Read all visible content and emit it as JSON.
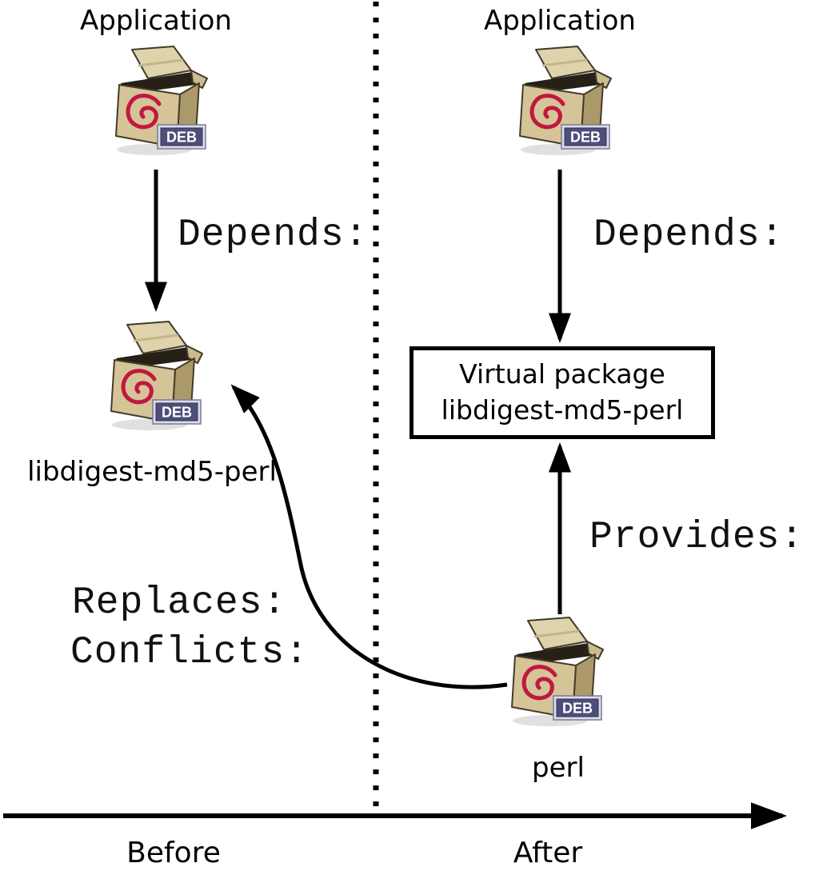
{
  "colors": {
    "debian_red": "#c01840",
    "box_tan": "#d5c498",
    "box_side": "#ab996a",
    "flap_tan": "#dfd3ac",
    "badge_blue": "#4e4e7a",
    "arrow_black": "#000000"
  },
  "icons": {
    "deb_badge_label": "DEB"
  },
  "before_panel": {
    "application_label": "Application",
    "depends_label": "Depends:",
    "package_name": "libdigest-md5-perl",
    "replaces_label": "Replaces:",
    "conflicts_label": "Conflicts:",
    "axis_label": "Before"
  },
  "after_panel": {
    "application_label": "Application",
    "depends_label": "Depends:",
    "virtual_package_line1": "Virtual package",
    "virtual_package_line2": "libdigest-md5-perl",
    "provides_label": "Provides:",
    "package_name": "perl",
    "axis_label": "After"
  }
}
